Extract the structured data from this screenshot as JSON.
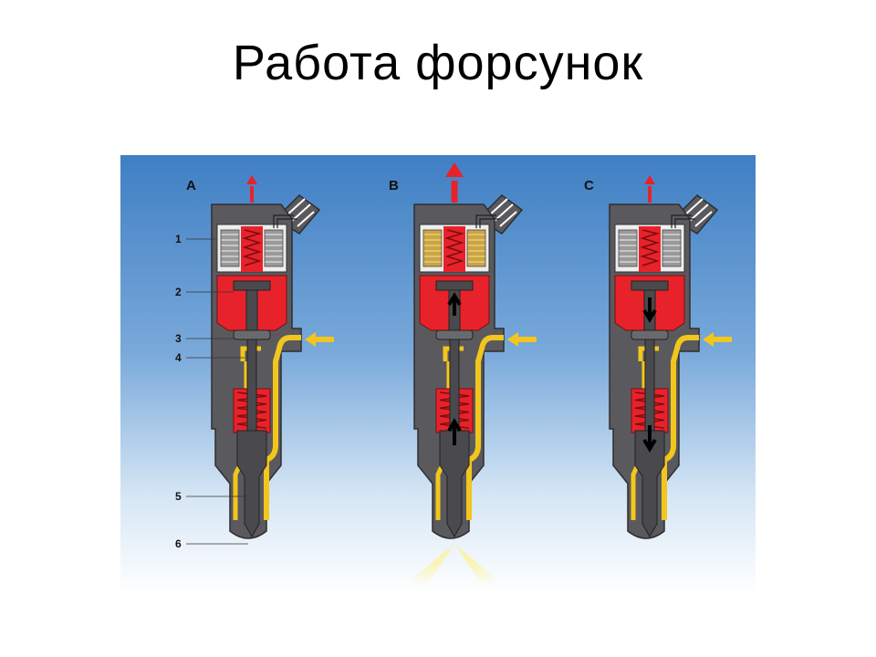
{
  "title": "Работа форсунок",
  "panels": [
    {
      "letter": "A"
    },
    {
      "letter": "B"
    },
    {
      "letter": "C"
    }
  ],
  "callouts": [
    "1",
    "2",
    "3",
    "4",
    "5",
    "6"
  ],
  "colors": {
    "body": "#5a5a5e",
    "body_outline": "#2e2e30",
    "control_chamber": "#e8222a",
    "fuel": "#f2c61c",
    "needle": "#4a4a4e",
    "arrow_out": "#e8222a",
    "arrow_in": "#f2c61c",
    "background_top": "#3f7fc4",
    "background_bottom": "#ffffff"
  }
}
